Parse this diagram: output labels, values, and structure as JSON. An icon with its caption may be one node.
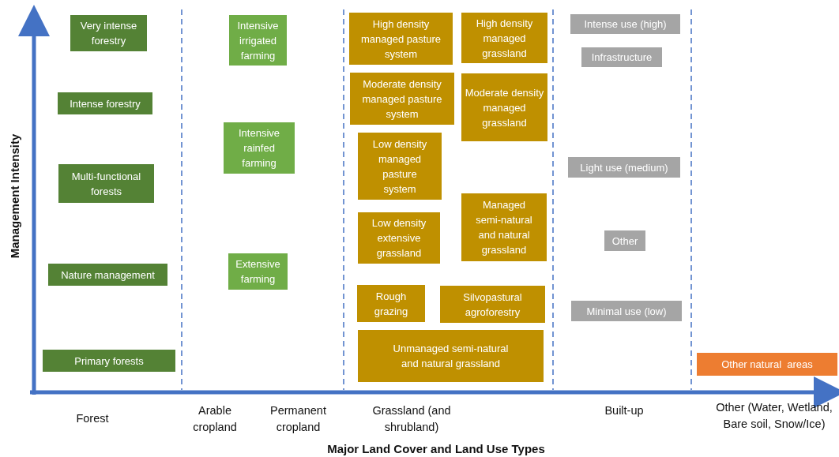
{
  "diagram": {
    "nodes": [
      {
        "text": [
          "Very intense forestry"
        ]
      },
      {
        "text": [
          "Intense forestry"
        ]
      },
      {
        "text": [
          "Multi-functional forests"
        ]
      },
      {
        "text": [
          "Nature management"
        ]
      },
      {
        "text": [
          "Primary forests"
        ]
      },
      {
        "text": [
          "Intensive irrigated farming"
        ]
      },
      {
        "text": [
          "Intensive rainfed farming"
        ]
      },
      {
        "text": [
          "Extensive farming"
        ]
      },
      {
        "text": [
          "High density managed pasture system"
        ]
      },
      {
        "text": [
          "High density managed grassland"
        ]
      },
      {
        "text": [
          "Moderate density managed pasture system"
        ]
      },
      {
        "text": [
          "Moderate density managed grassland"
        ]
      },
      {
        "text": [
          "Low density managed pasture system"
        ]
      },
      {
        "text": [
          "Low density extensive grassland"
        ]
      },
      {
        "text": [
          "Managed semi-natural and natural grassland"
        ]
      },
      {
        "text": [
          "Rough grazing"
        ]
      },
      {
        "text": [
          "Silvopastural agroforestry"
        ]
      },
      {
        "text": [
          "Unmanaged semi-natural and natural grassland"
        ]
      },
      {
        "text": [
          "Intense use (high)"
        ]
      },
      {
        "text": [
          "Infrastructure"
        ]
      },
      {
        "text": [
          "Light use (medium)"
        ]
      },
      {
        "text": [
          "Other"
        ]
      },
      {
        "text": [
          "Minimal use (low)"
        ]
      },
      {
        "text": [
          "Other natural  areas"
        ]
      }
    ],
    "labels": [
      "Management Intensity",
      "Forest",
      "Arable cropland",
      "Permanent cropland",
      "Grassland (and shrubland)",
      "Built-up",
      "Other (Water, Wetland, Bare soil, Snow/Ice)",
      "Major Land Cover and Land Use Types"
    ]
  }
}
